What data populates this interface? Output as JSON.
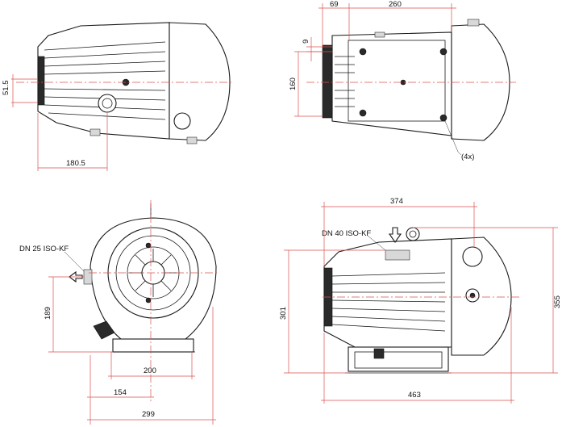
{
  "dimensions": {
    "top_left_height": "51.5",
    "top_left_width": "180.5",
    "top_right_offset": "69",
    "top_right_length": "260",
    "top_right_small": "9",
    "top_right_height": "160",
    "top_right_holes": "(4x)",
    "bottom_left_port": "DN 25 ISO-KF",
    "bottom_left_height": "189",
    "bottom_left_w200": "200",
    "bottom_left_w154": "154",
    "bottom_left_w299": "299",
    "bottom_right_port": "DN 40 ISO-KF",
    "bottom_right_w374": "374",
    "bottom_right_h301": "301",
    "bottom_right_h355": "355",
    "bottom_right_w463": "463"
  },
  "colors": {
    "dimension_line": "#d9534f",
    "outline": "#1a1a1a"
  }
}
